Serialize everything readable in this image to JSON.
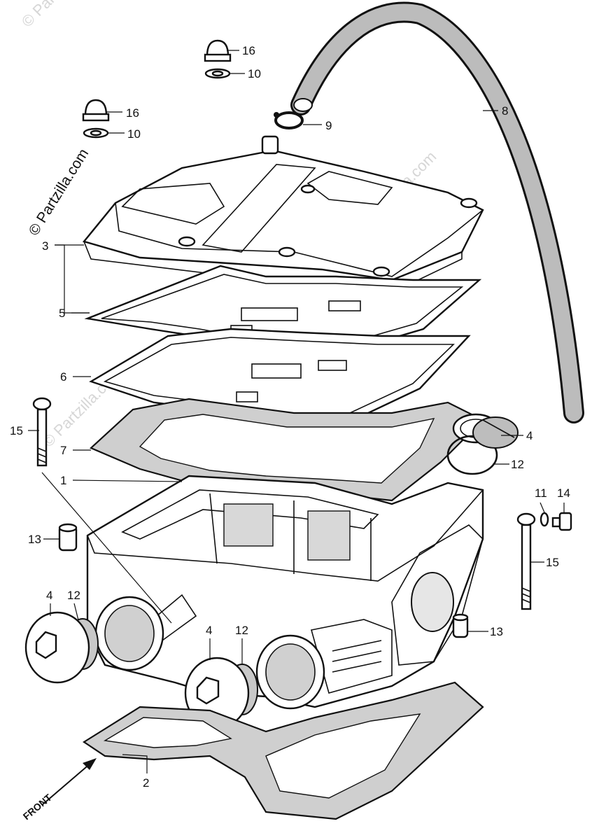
{
  "copyright": "© Partzilla.com",
  "watermark": "© Partzilla.com",
  "front_label": "FRONT",
  "callouts": {
    "c16a": "16",
    "c10a": "10",
    "c16b": "16",
    "c10b": "10",
    "c9": "9",
    "c8": "8",
    "c3": "3",
    "c5": "5",
    "c6": "6",
    "c15a": "15",
    "c7": "7",
    "c4a": "4",
    "c12a": "12",
    "c1": "1",
    "c11": "11",
    "c14": "14",
    "c13a": "13",
    "c15b": "15",
    "c4b": "4",
    "c12b": "12",
    "c4c": "4",
    "c12c": "12",
    "c13b": "13",
    "c2": "2"
  }
}
